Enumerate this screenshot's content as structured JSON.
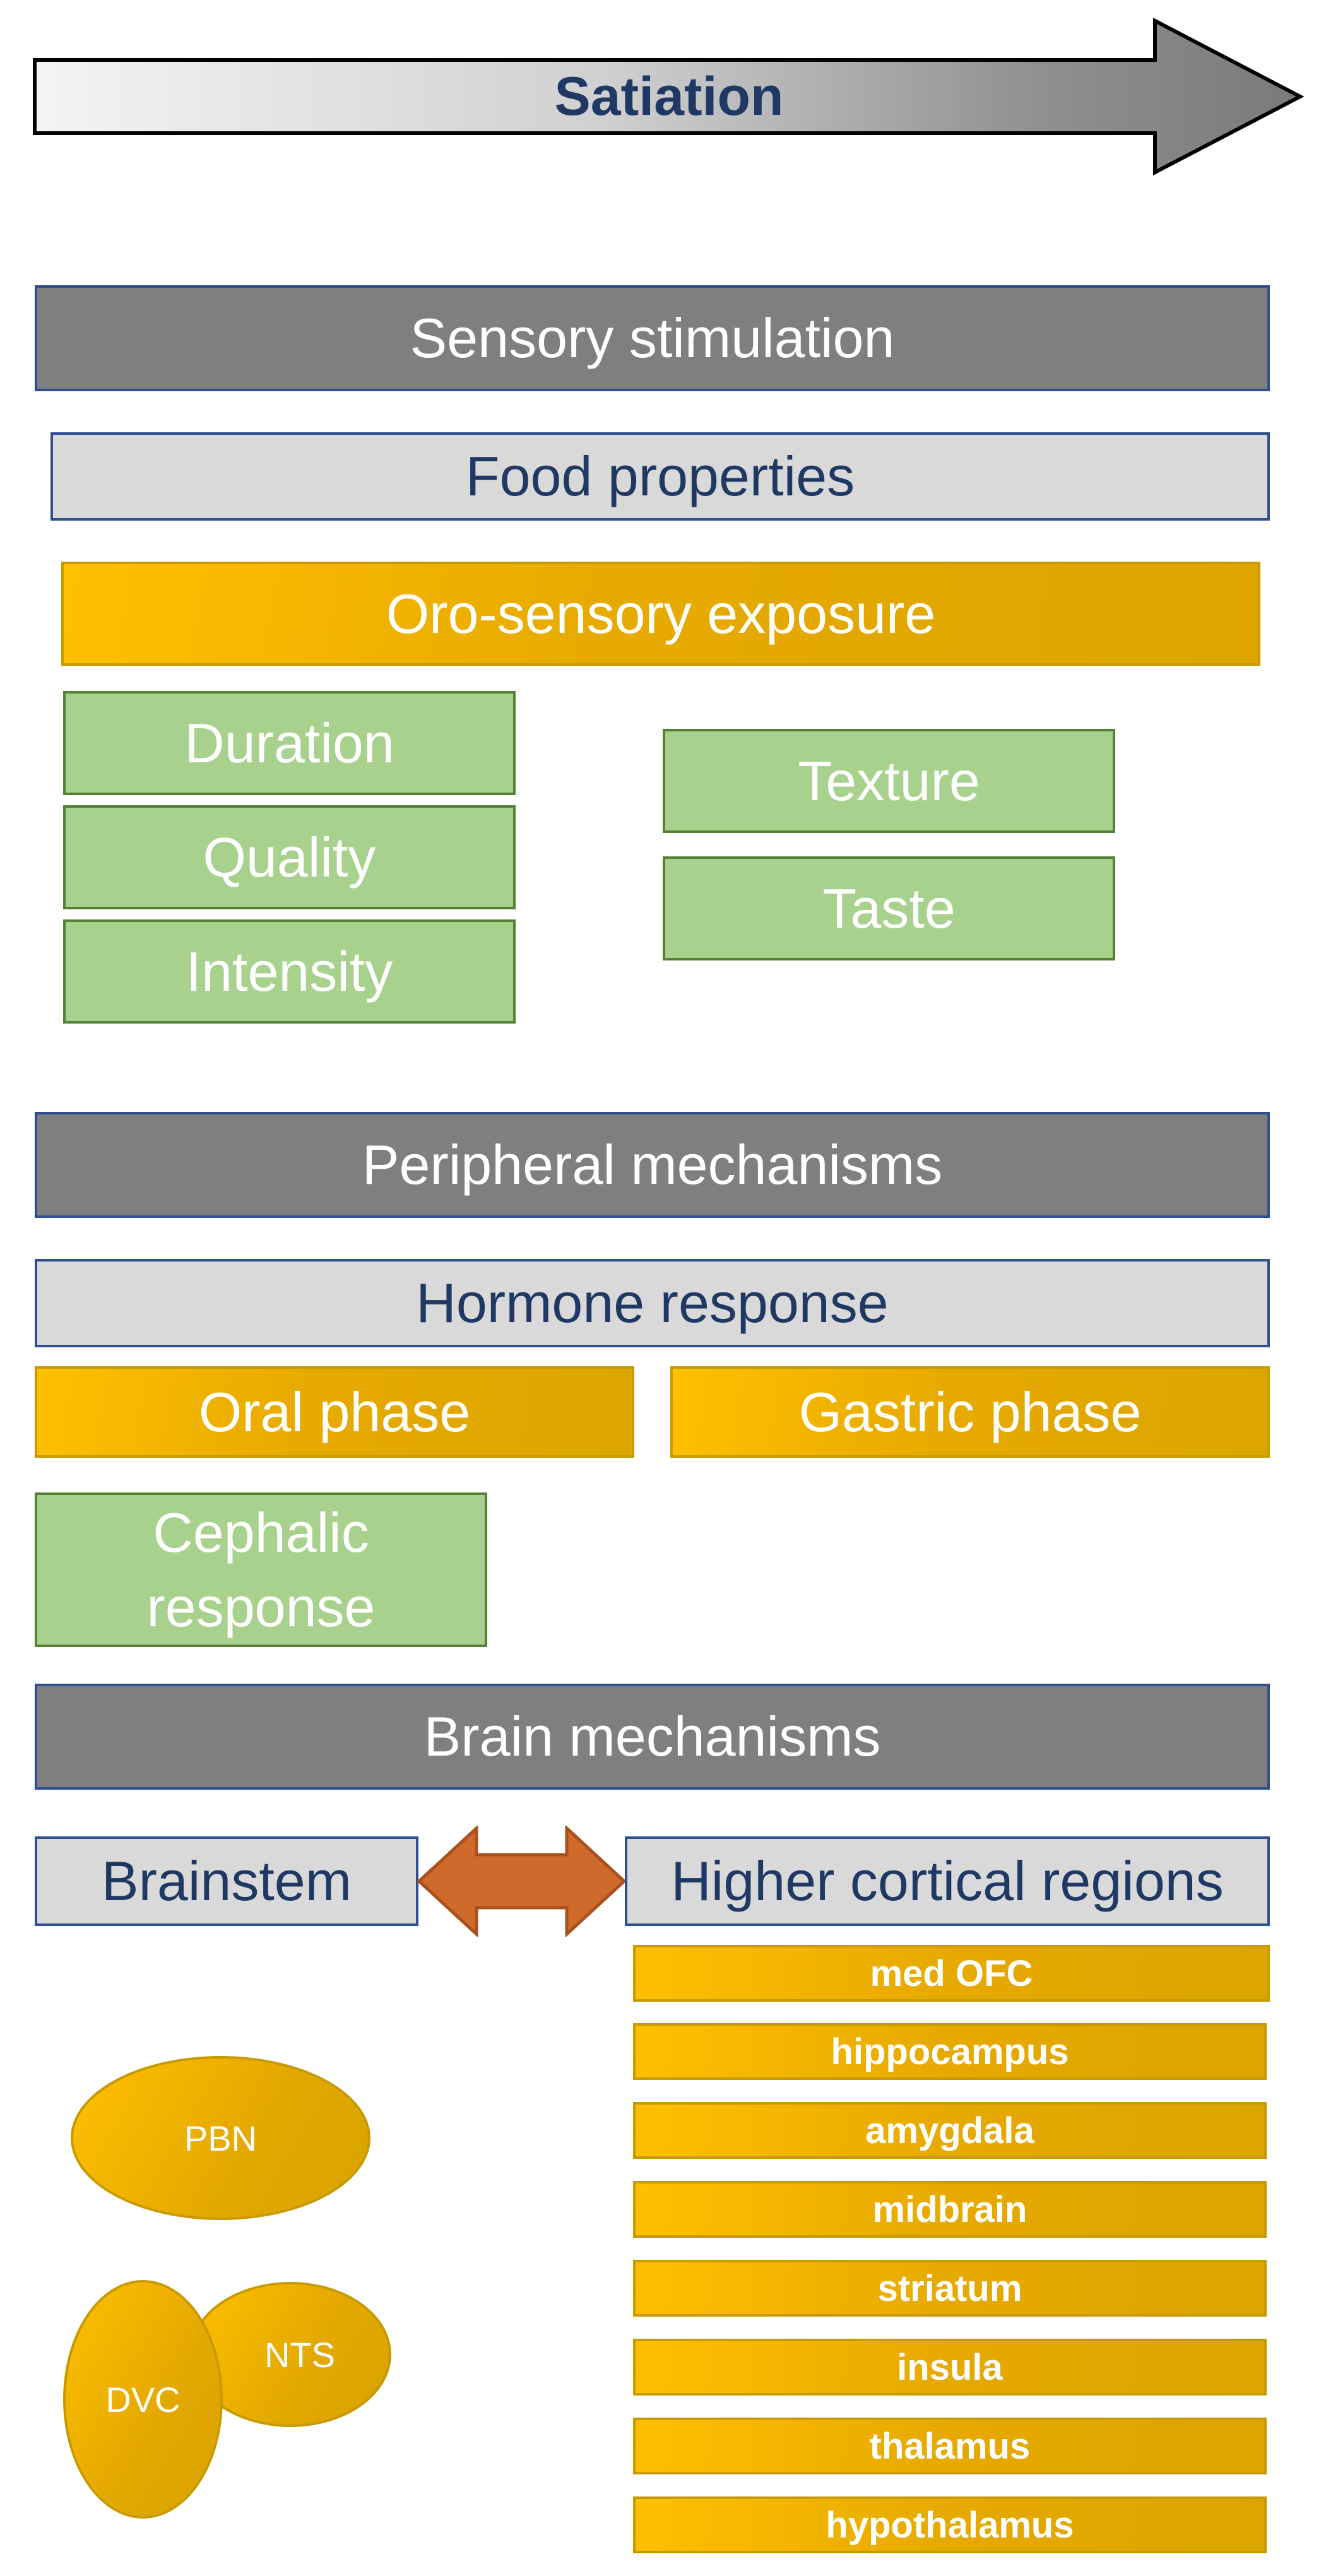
{
  "satiation": {
    "label": "Satiation"
  },
  "sensory": {
    "header": "Sensory stimulation",
    "food_properties": "Food properties",
    "oro_sensory": "Oro-sensory exposure",
    "left_factors": [
      "Duration",
      "Quality",
      "Intensity"
    ],
    "right_factors": [
      "Texture",
      "Taste"
    ]
  },
  "peripheral": {
    "header": "Peripheral mechanisms",
    "hormone_response": "Hormone response",
    "oral_phase": "Oral phase",
    "gastric_phase": "Gastric phase",
    "cephalic_response": "Cephalic response"
  },
  "brain": {
    "header": "Brain mechanisms",
    "brainstem": "Brainstem",
    "higher_cortical": "Higher cortical regions",
    "brainstem_nuclei": {
      "pbn": "PBN",
      "nts": "NTS",
      "dvc": "DVC"
    },
    "cortical_regions": [
      "med OFC",
      "hippocampus",
      "amygdala",
      "midbrain",
      "striatum",
      "insula",
      "thalamus",
      "hypothalamus"
    ]
  },
  "colors": {
    "dark_box": "#7f7f7f",
    "light_box": "#d9d9d9",
    "gold_box": "#ffc000",
    "green_box": "#a9d18e",
    "arrow_orange": "#c8622a",
    "text_navy": "#1f3864"
  }
}
